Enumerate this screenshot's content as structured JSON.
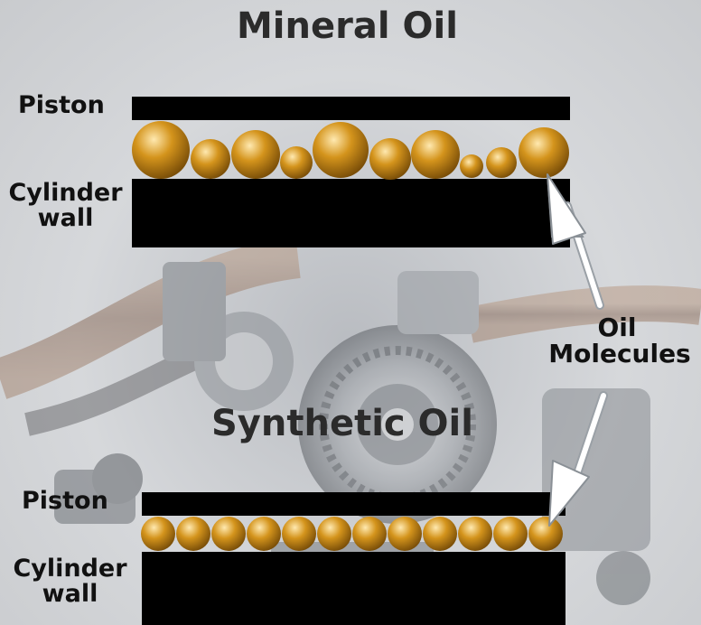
{
  "mineral": {
    "title": "Mineral Oil",
    "piston_label": "Piston",
    "cylinder_label_line1": "Cylinder",
    "cylinder_label_line2": "wall"
  },
  "synthetic": {
    "title": "Synthetic Oil",
    "piston_label": "Piston",
    "cylinder_label_line1": "Cylinder",
    "cylinder_label_line2": "wall"
  },
  "callout": {
    "line1": "Oil",
    "line2": "Molecules"
  },
  "colors": {
    "molecule": "#d4941c",
    "molecule_highlight": "#ffe9b0",
    "molecule_shadow": "#7a4e08",
    "bar": "#000000",
    "arrow": "#ffffff"
  }
}
